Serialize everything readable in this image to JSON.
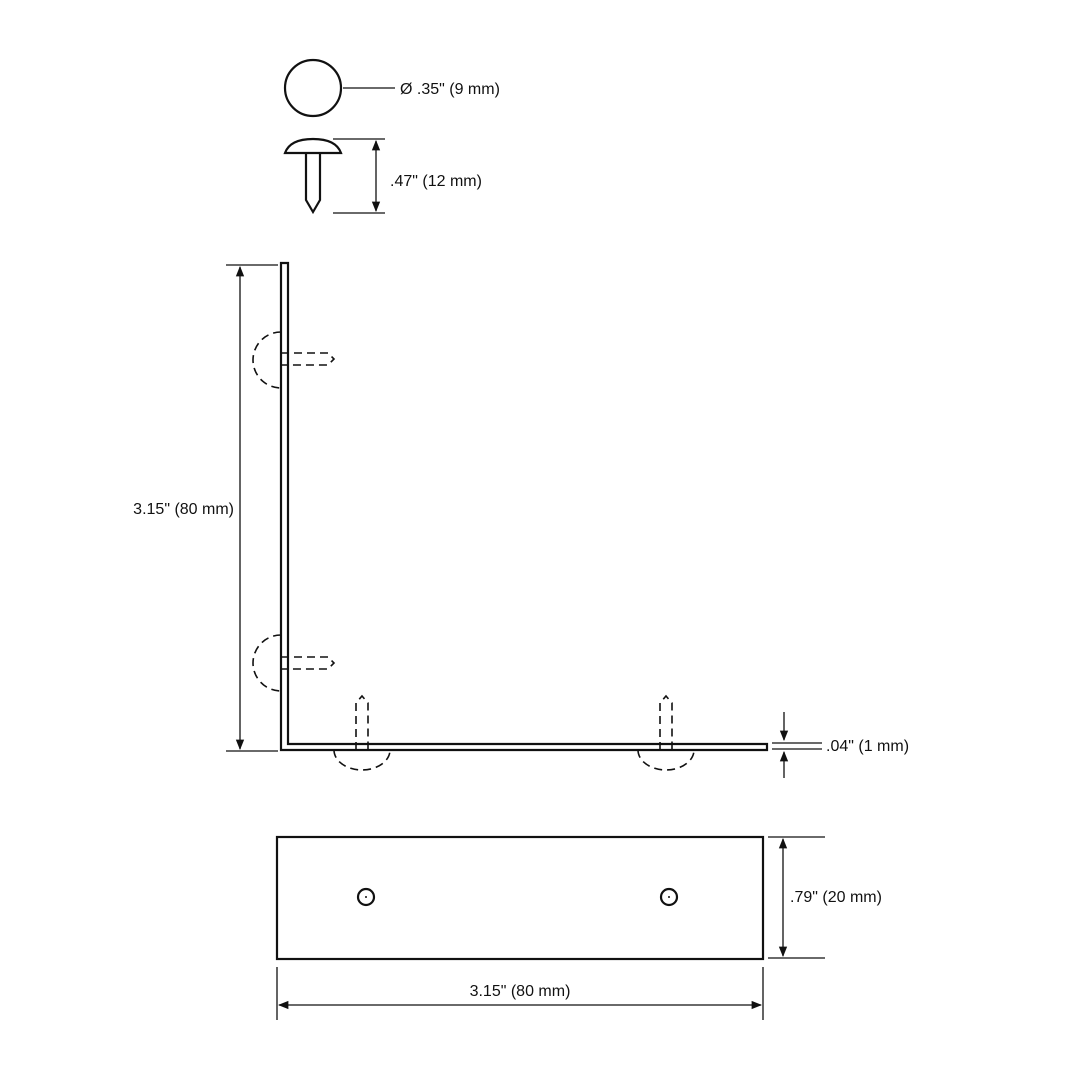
{
  "nail": {
    "head_diameter_label": "Ø .35\" (9 mm)",
    "length_label": ".47\" (12 mm)"
  },
  "bracket": {
    "height_label": "3.15\" (80 mm)",
    "thickness_label": ".04\" (1 mm)"
  },
  "plate": {
    "width_label": ".79\" (20 mm)",
    "length_label": "3.15\" (80 mm)"
  },
  "colors": {
    "line": "#111111",
    "background": "#ffffff"
  }
}
